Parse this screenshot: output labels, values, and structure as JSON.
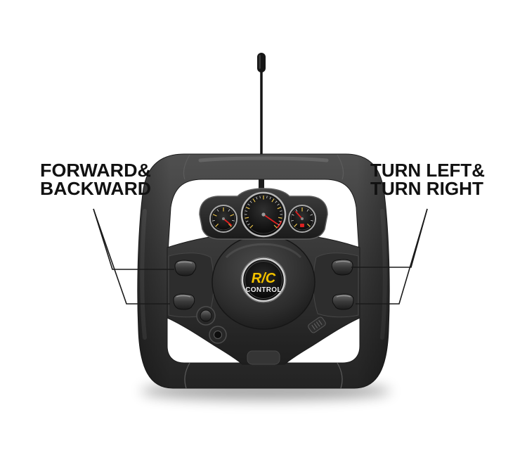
{
  "callouts": {
    "left": {
      "line1": "FORWARD&",
      "line2": "BACKWARD"
    },
    "right": {
      "line1": "TURN LEFT&",
      "line2": "TURN RIGHT"
    }
  },
  "logo": {
    "top": "R/C",
    "bottom": "CONTROL"
  },
  "colors": {
    "background": "#ffffff",
    "label_text": "#111111",
    "leader_line": "#1a1a1a",
    "logo_accent": "#f2c200",
    "gauge_needle": "#e02020"
  }
}
